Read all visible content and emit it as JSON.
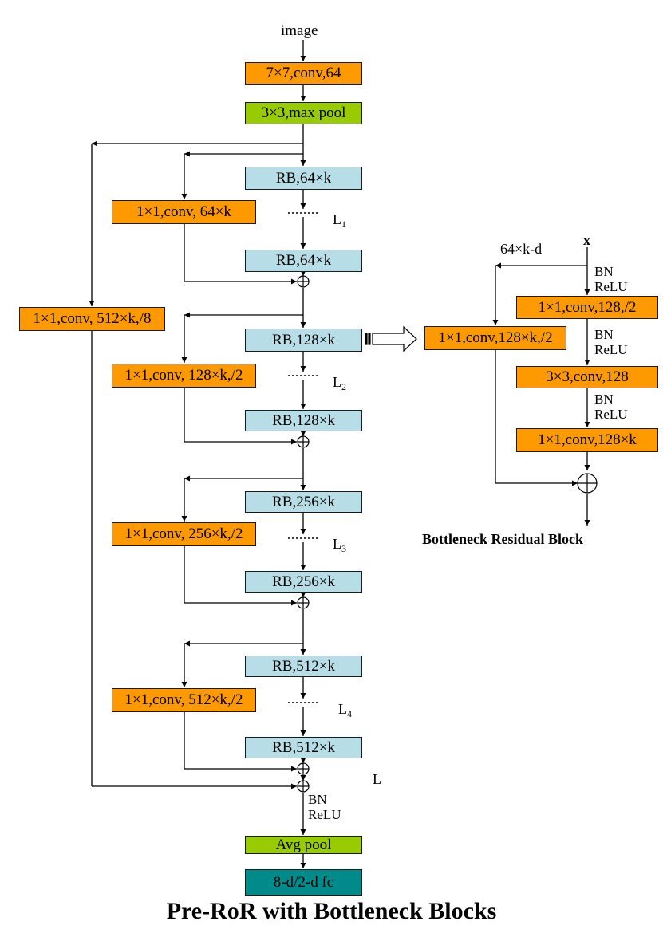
{
  "main": {
    "input_label": "image",
    "conv7": "7×7,conv,64",
    "maxpool": "3×3,max pool",
    "stage1": {
      "rb_top": "RB,64×k",
      "rb_bottom": "RB,64×k",
      "layers": "L",
      "layers_sub": "1",
      "shortcut": "1×1,conv, 64×k"
    },
    "stage2": {
      "rb_top": "RB,128×k",
      "rb_bottom": "RB,128×k",
      "layers": "L",
      "layers_sub": "2",
      "shortcut": "1×1,conv, 128×k,/2"
    },
    "stage3": {
      "rb_top": "RB,256×k",
      "rb_bottom": "RB,256×k",
      "layers": "L",
      "layers_sub": "3",
      "shortcut": "1×1,conv, 256×k,/2"
    },
    "stage4": {
      "rb_top": "RB,512×k",
      "rb_bottom": "RB,512×k",
      "layers": "L",
      "layers_sub": "4",
      "shortcut": "1×1,conv, 512×k,/2"
    },
    "root_shortcut": "1×1,conv, 512×k,/8",
    "total_layers": "L",
    "bn": "BN",
    "relu": "ReLU",
    "avgpool": "Avg pool",
    "fc": "8-d/2-d fc",
    "title": "Pre-RoR with Bottleneck Blocks"
  },
  "block": {
    "input": "x",
    "width_label": "64×k-d",
    "bn1": "BN",
    "relu1": "ReLU",
    "conv1": "1×1,conv,128,/2",
    "bn2": "BN",
    "relu2": "ReLU",
    "conv2": "3×3,conv,128",
    "bn3": "BN",
    "relu3": "ReLU",
    "conv3": "1×1,conv,128×k",
    "shortcut": "1×1,conv,128×k,/2",
    "title": "Bottleneck Residual Block"
  },
  "colors": {
    "conv": "#ff9900",
    "pool": "#99cc00",
    "residual_block": "#b7dee6",
    "fc": "#008b8b"
  },
  "icons": {
    "add": "circle-plus-icon",
    "expand": "hollow-arrow-right-icon"
  }
}
